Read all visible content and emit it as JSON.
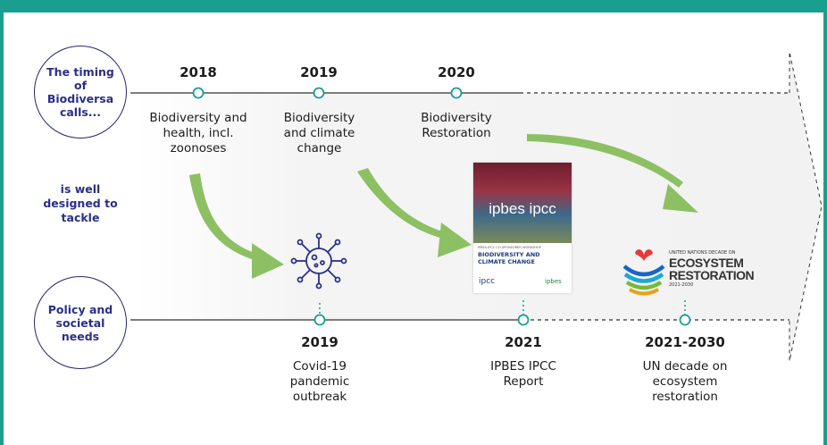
{
  "left_labels": {
    "top": "The timing of Biodiversa calls...",
    "middle": "is well designed to tackle",
    "bottom": "Policy and societal needs"
  },
  "top_timeline": [
    {
      "year": "2018",
      "text": "Biodiversity and health, incl. zoonoses"
    },
    {
      "year": "2019",
      "text": "Biodiversity and climate change"
    },
    {
      "year": "2020",
      "text": "Biodiversity Restoration"
    }
  ],
  "bottom_timeline": [
    {
      "year": "2019",
      "text": "Covid-19 pandemic outbreak"
    },
    {
      "year": "2021",
      "text": "IPBES IPCC Report"
    },
    {
      "year": "2021-2030",
      "text": "UN decade on ecosystem restoration"
    }
  ],
  "report_cover": {
    "logo": "ipbes ipcc",
    "subtitle": "IPBES-IPCC CO-SPONSORED WORKSHOP",
    "title": "BIODIVERSITY AND CLIMATE CHANGE",
    "footer_left": "ipcc",
    "footer_right": "ipbes"
  },
  "un_decade_logo": {
    "line1": "UNITED NATIONS DECADE ON",
    "line2": "ECOSYSTEM",
    "line3": "RESTORATION",
    "line4": "2021-2030"
  },
  "colors": {
    "teal": "#1a9e8f",
    "arrow_green": "#8cc063",
    "navy": "#2b2f86"
  }
}
